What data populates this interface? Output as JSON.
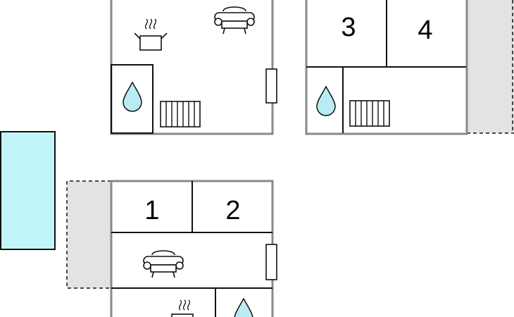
{
  "rooms": [
    {
      "label": "3"
    },
    {
      "label": "4"
    },
    {
      "label": "1"
    },
    {
      "label": "2"
    }
  ],
  "colors": {
    "pool": "#c2f5fa",
    "water_drop": "#b9ecf2",
    "terrace": "#e3e3e3",
    "wall": "#8a8a8a",
    "line": "#111111"
  },
  "icons": [
    "pot-icon",
    "sofa-icon",
    "water-drop-icon",
    "radiator-icon",
    "door-icon"
  ]
}
